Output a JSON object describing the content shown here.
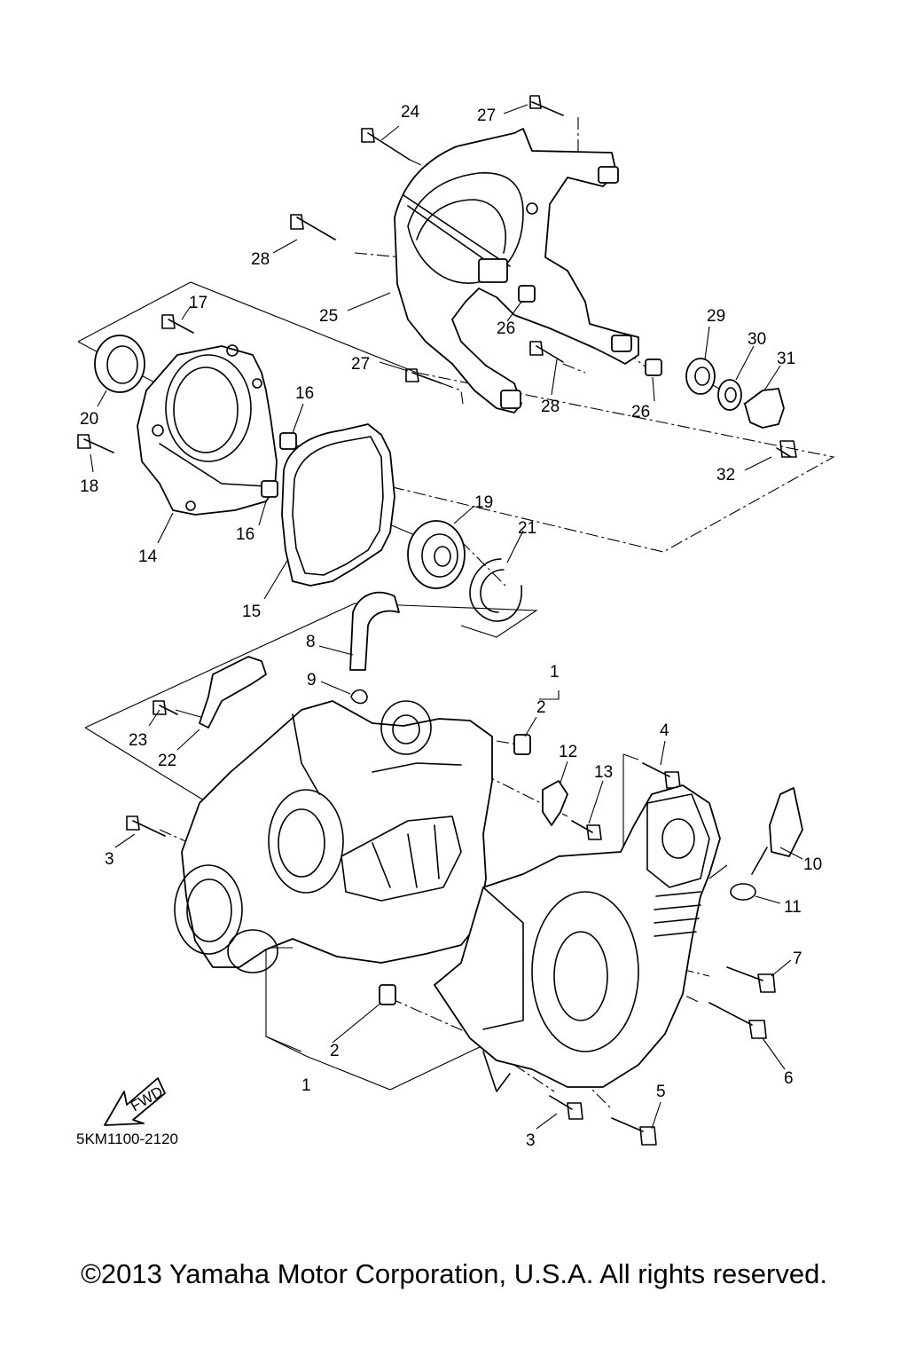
{
  "callouts": [
    {
      "text": "24"
    },
    {
      "text": "27"
    },
    {
      "text": "28"
    },
    {
      "text": "25"
    },
    {
      "text": "26"
    },
    {
      "text": "29"
    },
    {
      "text": "30"
    },
    {
      "text": "31"
    },
    {
      "text": "27"
    },
    {
      "text": "28"
    },
    {
      "text": "26"
    },
    {
      "text": "32"
    },
    {
      "text": "17"
    },
    {
      "text": "20"
    },
    {
      "text": "16"
    },
    {
      "text": "18"
    },
    {
      "text": "16"
    },
    {
      "text": "14"
    },
    {
      "text": "19"
    },
    {
      "text": "21"
    },
    {
      "text": "15"
    },
    {
      "text": "8"
    },
    {
      "text": "9"
    },
    {
      "text": "1"
    },
    {
      "text": "2"
    },
    {
      "text": "12"
    },
    {
      "text": "13"
    },
    {
      "text": "4"
    },
    {
      "text": "23"
    },
    {
      "text": "22"
    },
    {
      "text": "3"
    },
    {
      "text": "10"
    },
    {
      "text": "11"
    },
    {
      "text": "7"
    },
    {
      "text": "6"
    },
    {
      "text": "2"
    },
    {
      "text": "1"
    },
    {
      "text": "5"
    },
    {
      "text": "3"
    }
  ],
  "fwd_label": "FWD",
  "diagram_code": "5KM1100-2120",
  "copyright": "©2013 Yamaha Motor Corporation, U.S.A. All rights reserved."
}
